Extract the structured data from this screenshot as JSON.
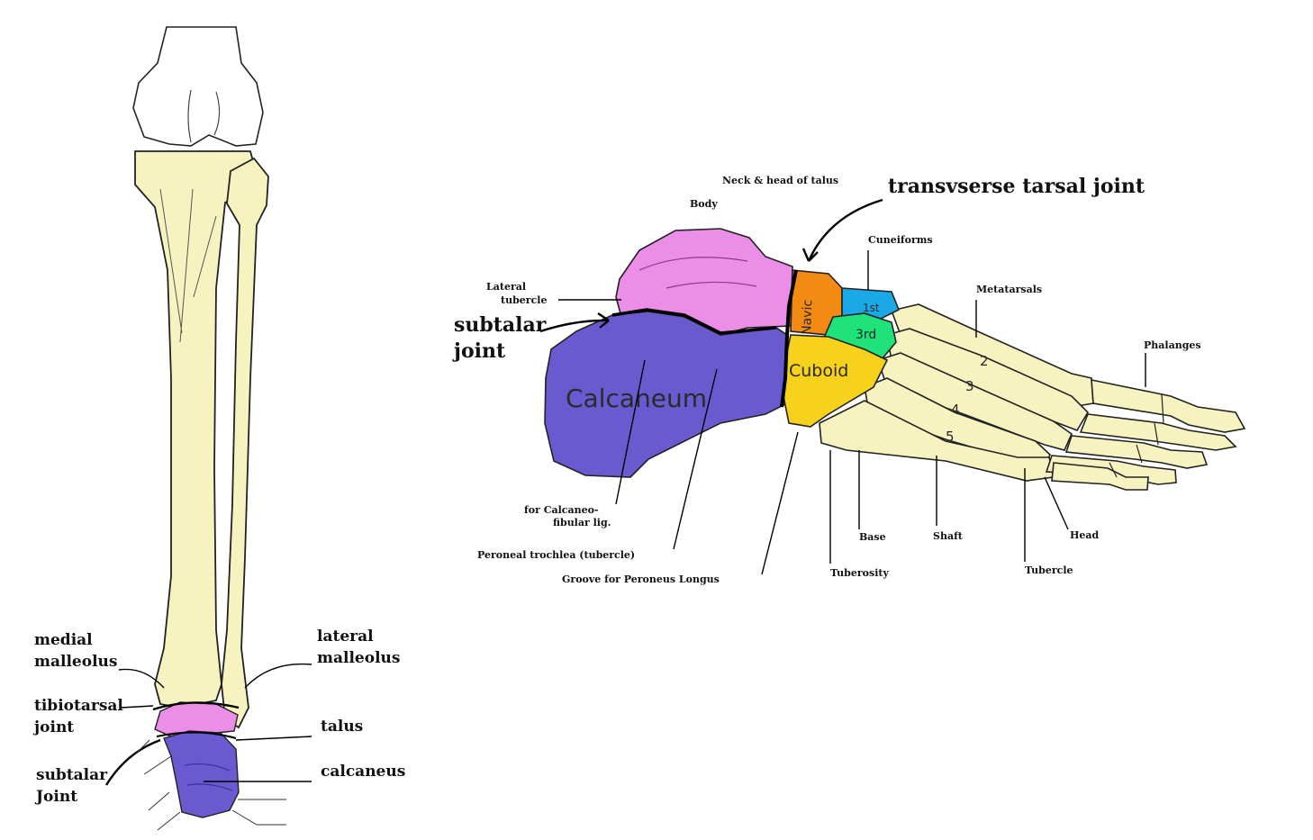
{
  "colors": {
    "bone": "#f7f3c0",
    "talus": "#ec8de8",
    "calcaneus": "#6a5ad0",
    "navicular": "#f28a14",
    "cuneiform_1": "#1aa8e6",
    "cuneiform_3": "#1fe27a",
    "cuboid": "#f6d21c",
    "outline": "#111111"
  },
  "left_diagram": {
    "labels": {
      "medial_malleolus": [
        "medial",
        "malleolus"
      ],
      "tibiotarsal_joint": [
        "tibiotarsal",
        "joint"
      ],
      "subtalar_joint": [
        "subtalar",
        "Joint"
      ],
      "lateral_malleolus": [
        "lateral",
        "malleolus"
      ],
      "talus": "talus",
      "calcaneus": "calcaneus"
    }
  },
  "right_diagram": {
    "labels": {
      "transverse_tarsal_joint": "transvserse tarsal joint",
      "neck_head_talus": "Neck & head of talus",
      "body": "Body",
      "cuneiforms": "Cuneiforms",
      "metatarsals": "Metatarsals",
      "phalanges": "Phalanges",
      "lateral_tubercle": [
        "Lateral",
        "tubercle"
      ],
      "subtalar_joint": [
        "subtalar",
        "joint"
      ],
      "for_calcaneo": [
        "for Calcaneo-",
        "fibular lig."
      ],
      "peroneal_trochlea": "Peroneal trochlea (tubercle)",
      "groove_peroneus": "Groove for Peroneus Longus",
      "tuberosity": "Tuberosity",
      "base": "Base",
      "shaft": "Shaft",
      "tubercle": "Tubercle",
      "head": "Head"
    },
    "bone_text": {
      "calcaneum": "Calcaneum",
      "navic": "Navic",
      "first": "1st",
      "third": "3rd",
      "cuboid": "Cuboid",
      "metatarsal_numbers": [
        "2",
        "3",
        "4",
        "5"
      ]
    }
  }
}
